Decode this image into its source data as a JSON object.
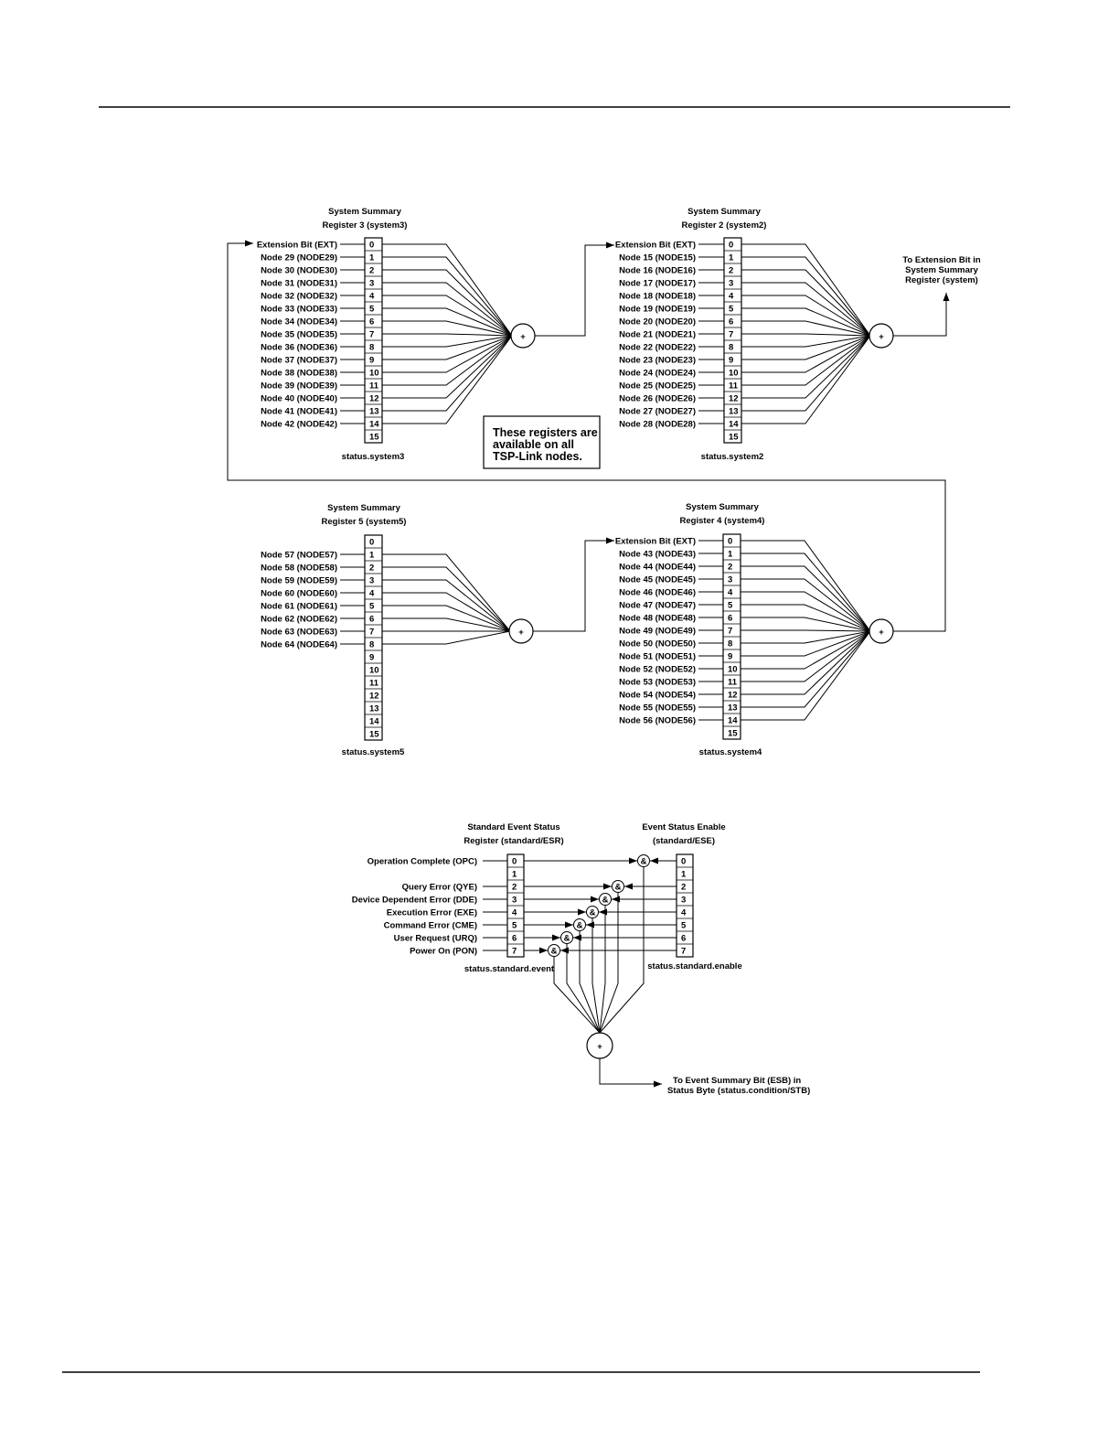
{
  "note_box": [
    "These registers are",
    "available on all",
    "TSP-Link nodes."
  ],
  "system3": {
    "title": [
      "System Summary",
      "Register 3 (system3)"
    ],
    "caption": "status.system3",
    "bits": [
      "0",
      "1",
      "2",
      "3",
      "4",
      "5",
      "6",
      "7",
      "8",
      "9",
      "10",
      "11",
      "12",
      "13",
      "14",
      "15"
    ],
    "labels": [
      "Extension Bit (EXT)",
      "Node 29 (NODE29)",
      "Node 30 (NODE30)",
      "Node 31 (NODE31)",
      "Node 32 (NODE32)",
      "Node 33 (NODE33)",
      "Node 34 (NODE34)",
      "Node 35 (NODE35)",
      "Node 36 (NODE36)",
      "Node 37 (NODE37)",
      "Node 38 (NODE38)",
      "Node 39 (NODE39)",
      "Node 40 (NODE40)",
      "Node 41 (NODE41)",
      "Node 42 (NODE42)"
    ],
    "sum_symbol": "+"
  },
  "system2": {
    "title": [
      "System Summary",
      "Register 2 (system2)"
    ],
    "caption": "status.system2",
    "bits": [
      "0",
      "1",
      "2",
      "3",
      "4",
      "5",
      "6",
      "7",
      "8",
      "9",
      "10",
      "11",
      "12",
      "13",
      "14",
      "15"
    ],
    "labels": [
      "Extension Bit (EXT)",
      "Node 15 (NODE15)",
      "Node 16 (NODE16)",
      "Node 17 (NODE17)",
      "Node 18 (NODE18)",
      "Node 19 (NODE19)",
      "Node 20 (NODE20)",
      "Node 21 (NODE21)",
      "Node 22 (NODE22)",
      "Node 23 (NODE23)",
      "Node 24 (NODE24)",
      "Node 25 (NODE25)",
      "Node 26 (NODE26)",
      "Node 27 (NODE27)",
      "Node 28 (NODE28)"
    ],
    "sum_symbol": "+",
    "output_label": [
      "To Extension Bit in",
      "System Summary",
      "Register (system)"
    ]
  },
  "system5": {
    "title": [
      "System Summary",
      "Register 5 (system5)"
    ],
    "caption": "status.system5",
    "bits": [
      "0",
      "1",
      "2",
      "3",
      "4",
      "5",
      "6",
      "7",
      "8",
      "9",
      "10",
      "11",
      "12",
      "13",
      "14",
      "15"
    ],
    "labels": [
      "",
      "Node 57 (NODE57)",
      "Node 58 (NODE58)",
      "Node 59 (NODE59)",
      "Node 60 (NODE60)",
      "Node 61 (NODE61)",
      "Node 62 (NODE62)",
      "Node 63 (NODE63)",
      "Node 64 (NODE64)"
    ],
    "sum_symbol": "+"
  },
  "system4": {
    "title": [
      "System Summary",
      "Register 4 (system4)"
    ],
    "caption": "status.system4",
    "bits": [
      "0",
      "1",
      "2",
      "3",
      "4",
      "5",
      "6",
      "7",
      "8",
      "9",
      "10",
      "11",
      "12",
      "13",
      "14",
      "15"
    ],
    "labels": [
      "Extension Bit (EXT)",
      "Node 43 (NODE43)",
      "Node 44 (NODE44)",
      "Node 45 (NODE45)",
      "Node 46 (NODE46)",
      "Node 47 (NODE47)",
      "Node 48 (NODE48)",
      "Node 49 (NODE49)",
      "Node 50 (NODE50)",
      "Node 51 (NODE51)",
      "Node 52 (NODE52)",
      "Node 53 (NODE53)",
      "Node 54 (NODE54)",
      "Node 55 (NODE55)",
      "Node 56 (NODE56)"
    ],
    "sum_symbol": "+"
  },
  "standard": {
    "esr_title": [
      "Standard Event Status",
      "Register (standard/ESR)"
    ],
    "ese_title": [
      "Event Status Enable",
      "(standard/ESE)"
    ],
    "esr_caption": "status.standard.event",
    "ese_caption": "status.standard.enable",
    "bits": [
      "0",
      "1",
      "2",
      "3",
      "4",
      "5",
      "6",
      "7"
    ],
    "labels": [
      "Operation Complete (OPC)",
      "",
      "Query Error (QYE)",
      "Device Dependent Error (DDE)",
      "Execution Error (EXE)",
      "Command Error (CME)",
      "User Request (URQ)",
      "Power On (PON)"
    ],
    "and_symbol": "&",
    "sum_symbol": "+",
    "output_label": [
      "To Event Summary Bit (ESB) in",
      "Status Byte (status.condition/STB)"
    ]
  }
}
